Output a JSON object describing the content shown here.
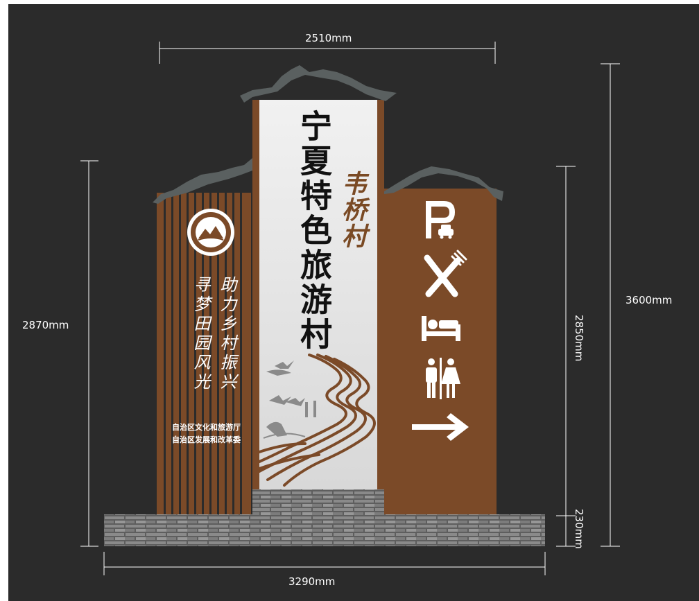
{
  "dimensions": {
    "top_width": "2510mm",
    "bottom_width": "3290mm",
    "left_height": "2870mm",
    "right_panel_height": "2850mm",
    "base_height": "230mm",
    "total_height": "3600mm"
  },
  "center_panel": {
    "title": "宁夏特色旅游村",
    "village": "韦桥村"
  },
  "left_panel": {
    "slogan_right": "助力乡村振兴",
    "slogan_left": "寻梦田园风光",
    "org_1": "自治区文化和旅游厅",
    "org_2": "自治区发展和改革委"
  },
  "right_panel": {
    "parking_letter": "P",
    "icons": [
      "parking-icon",
      "dining-icon",
      "lodging-icon",
      "restroom-icon",
      "arrow-right-icon"
    ]
  },
  "colors": {
    "background": "#2b2b2b",
    "wood_brown": "#7b4a28",
    "panel_light": "#e3e3e3",
    "roof_grey": "#5a6060",
    "brick": "#6f6f6f",
    "icon_white": "#ffffff"
  }
}
